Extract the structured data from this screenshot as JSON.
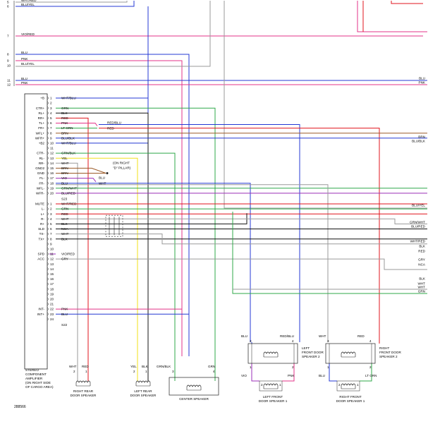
{
  "diagram_id": "288566",
  "colors": {
    "red": "#e0141c",
    "pink": "#e33388",
    "blue": "#2438d4",
    "black": "#141414",
    "gray": "#9a9a9a",
    "green": "#2fa84a",
    "yellow": "#f2e01a",
    "brown": "#9b5a28",
    "violet": "#9b2fb8",
    "frame": "#222222"
  },
  "top_wires": [
    {
      "num": "5",
      "label": "WHT/RED",
      "color": "red"
    },
    {
      "num": "6",
      "label": "BLU/YEL",
      "color": "gray"
    },
    {
      "num": "7",
      "label": "VIO/RED",
      "color": "pink"
    },
    {
      "num": "8",
      "label": "BLU",
      "color": "blue"
    },
    {
      "num": "9",
      "label": "PNK",
      "color": "pink"
    },
    {
      "num": "10",
      "label": "BLU/YEL",
      "color": "gray"
    },
    {
      "num": "11",
      "label": "BLU",
      "color": "blue",
      "right_label": "BLU"
    },
    {
      "num": "12",
      "label": "PNK",
      "color": "pink",
      "right_label": "PNK"
    }
  ],
  "amp_pins_top": [
    {
      "name": "+B",
      "pin": "1",
      "wire": "WHT/BLU"
    },
    {
      "name": "",
      "pin": "2",
      "wire": ""
    },
    {
      "name": "CTR+",
      "pin": "3",
      "wire": "GRN"
    },
    {
      "name": "RL+",
      "pin": "4",
      "wire": "BLK"
    },
    {
      "name": "RR+",
      "pin": "5",
      "wire": "RED"
    },
    {
      "name": "TL+",
      "pin": "6",
      "wire": "PNK"
    },
    {
      "name": "FR+",
      "pin": "7",
      "wire": "LT GRN"
    },
    {
      "name": "WFL+",
      "pin": "8",
      "wire": "BRN"
    },
    {
      "name": "WFR+",
      "pin": "9",
      "wire": "BLU/BLK"
    },
    {
      "name": "+B2",
      "pin": "10",
      "wire": "WHT/BLU"
    },
    {
      "name": "",
      "pin": "11",
      "wire": ""
    },
    {
      "name": "CTR-",
      "pin": "12",
      "wire": "GRN/BLK"
    },
    {
      "name": "RL-",
      "pin": "13",
      "wire": "YEL"
    },
    {
      "name": "RR-",
      "pin": "14",
      "wire": "WHT"
    },
    {
      "name": "GND2",
      "pin": "15",
      "wire": "BRN"
    },
    {
      "name": "GND",
      "pin": "16",
      "wire": "BRN"
    },
    {
      "name": "FL-",
      "pin": "17",
      "wire": "VIO"
    },
    {
      "name": "FR-",
      "pin": "18",
      "wire": "BLU"
    },
    {
      "name": "WFL-",
      "pin": "19",
      "wire": "GRN/WHT"
    },
    {
      "name": "WFR-",
      "pin": "20",
      "wire": "BLU/RED"
    }
  ],
  "connector_s23": "S23",
  "amp_pins_mid": [
    {
      "name": "MUTE",
      "pin": "1",
      "wire": "WHT/RED"
    },
    {
      "name": "L-",
      "pin": "2",
      "wire": "GRN"
    },
    {
      "name": "L+",
      "pin": "3",
      "wire": "RED"
    },
    {
      "name": "R-",
      "pin": "4",
      "wire": "WHT"
    },
    {
      "name": "R+",
      "pin": "5",
      "wire": "BLK"
    },
    {
      "name": "SLD",
      "pin": "6",
      "wire": "NCA"
    },
    {
      "name": "TX-",
      "pin": "7",
      "wire": "WHT"
    },
    {
      "name": "TX+",
      "pin": "8",
      "wire": "BLK"
    },
    {
      "name": "",
      "pin": "9",
      "wire": ""
    },
    {
      "name": "",
      "pin": "10",
      "wire": ""
    },
    {
      "name": "SPD",
      "pin": "11",
      "wire": "VIO/RED"
    },
    {
      "name": "ACC",
      "pin": "12",
      "wire": "GRY"
    },
    {
      "name": "",
      "pin": "13",
      "wire": ""
    },
    {
      "name": "",
      "pin": "14",
      "wire": ""
    },
    {
      "name": "",
      "pin": "15",
      "wire": ""
    },
    {
      "name": "",
      "pin": "16",
      "wire": ""
    },
    {
      "name": "",
      "pin": "17",
      "wire": ""
    },
    {
      "name": "",
      "pin": "18",
      "wire": ""
    },
    {
      "name": "",
      "pin": "19",
      "wire": ""
    },
    {
      "name": "",
      "pin": "20",
      "wire": ""
    },
    {
      "name": "",
      "pin": "21",
      "wire": ""
    },
    {
      "name": "INT-",
      "pin": "22",
      "wire": "PNK"
    },
    {
      "name": "INT+",
      "pin": "23",
      "wire": "BLU"
    },
    {
      "name": "",
      "pin": "24",
      "wire": ""
    }
  ],
  "connector_s22": "S22",
  "splice_labels": [
    "RED/BLU",
    "RED"
  ],
  "ground_note": [
    "(ON RIGHT",
    "\"D\" PILLAR)"
  ],
  "ground_out_labels": [
    "BLU",
    "WHT"
  ],
  "amp_label": [
    "STEREO",
    "COMPONENT",
    "AMPLIFIER",
    "(ON RIGHT SIDE",
    "OF CARGO AREA)"
  ],
  "right_labels": [
    {
      "text": "BRN",
      "color": "brown"
    },
    {
      "text": "BLU/BLK",
      "color": "blue"
    },
    {
      "text": "BLU/YEL",
      "color": "gray"
    },
    {
      "text": "GRN/WHT",
      "color": "green"
    },
    {
      "text": "BLU/RED",
      "color": "violet"
    },
    {
      "text": "WHT/RED",
      "color": "red"
    },
    {
      "text": "BLK",
      "color": "black"
    },
    {
      "text": "RED",
      "color": "red"
    },
    {
      "text": "GRY",
      "color": "gray"
    },
    {
      "text": "NCA",
      "color": "black"
    },
    {
      "text": "BLK",
      "color": "black"
    },
    {
      "text": "WHT",
      "color": "gray"
    },
    {
      "text": "WHT",
      "color": "gray"
    },
    {
      "text": "GRN",
      "color": "green"
    }
  ],
  "speakers_bottom": [
    {
      "id": "rr",
      "name": [
        "RIGHT REAR",
        "DOOR SPEAKER"
      ],
      "left_wire": "WHT",
      "right_wire": "RED",
      "pins": [
        "2",
        "1"
      ]
    },
    {
      "id": "lr",
      "name": [
        "LEFT REAR",
        "DOOR SPEAKER"
      ],
      "left_wire": "YEL",
      "right_wire": "BLK",
      "pins": [
        "2",
        "1"
      ]
    },
    {
      "id": "ctr",
      "name": [
        "CENTER SPEAKER"
      ],
      "left_wire": "GRN/BLK",
      "right_wire": "GRN",
      "pins": [
        "3",
        "4"
      ]
    }
  ],
  "left_front": {
    "spk2_name": [
      "LEFT",
      "FRONT DOOR",
      "SPEAKER 2"
    ],
    "spk1_name": [
      "LEFT FRONT",
      "DOOR SPEAKER 1"
    ],
    "top_wires": [
      "BLU",
      "RED/BLU"
    ],
    "bottom_wires": [
      "VIO",
      "PNK"
    ],
    "pins_top": [
      "3",
      "4"
    ],
    "pins_bottom": [
      "1",
      "2"
    ],
    "pins_spk1": [
      "2",
      "1"
    ]
  },
  "right_front": {
    "spk2_name": [
      "RIGHT",
      "FRONT DOOR",
      "SPEAKER 2"
    ],
    "spk1_name": [
      "RIGHT FRONT",
      "DOOR SPEAKER 1"
    ],
    "top_wires": [
      "WHT",
      "RED"
    ],
    "bottom_wires": [
      "BLU",
      "LT GRN"
    ],
    "pins_top": [
      "3",
      "4"
    ],
    "pins_bottom": [
      "1",
      "2"
    ],
    "pins_spk1": [
      "2",
      "1"
    ]
  }
}
